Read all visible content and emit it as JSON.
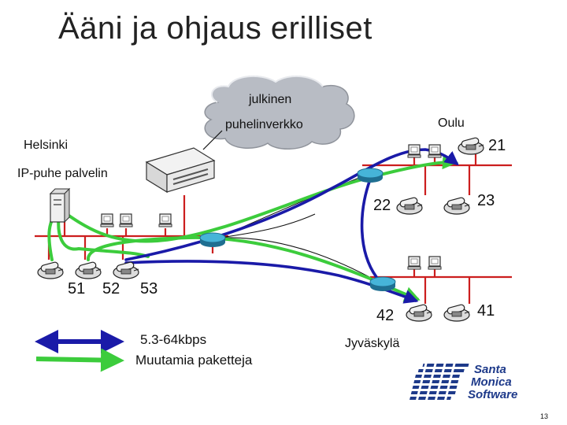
{
  "slide": {
    "title": "Ääni ja ohjaus erilliset",
    "page_number": "13"
  },
  "cloud": {
    "line1": "julkinen",
    "line2": "puhelinverkko"
  },
  "locations": {
    "helsinki": "Helsinki",
    "oulu": "Oulu",
    "jyvaskyla": "Jyväskylä",
    "server": "IP-puhe palvelin"
  },
  "phones": {
    "p21": "21",
    "p22": "22",
    "p23": "23",
    "p41": "41",
    "p42": "42",
    "p51": "51",
    "p52": "52",
    "p53": "53"
  },
  "legend": {
    "blue_label": "5.3-64kbps",
    "green_label": "Muutamia paketteja"
  },
  "logo": {
    "line1": "Santa",
    "line2": "Monica",
    "line3": "Software"
  },
  "colors": {
    "voice_path": "#1a1aa8",
    "packet_path": "#3ccc3c",
    "lan": "#cc1e1e",
    "router": "#2a8fb8",
    "cloud": "#b8bcc4",
    "logo": "#1e3a8a"
  }
}
